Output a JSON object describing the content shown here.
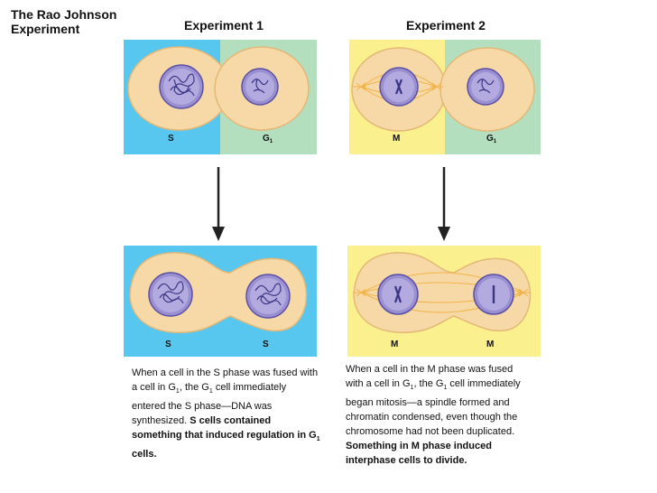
{
  "title": {
    "line1": "The Rao Johnson",
    "line2": "Experiment"
  },
  "experiments": [
    {
      "heading": "Experiment 1",
      "before_labels": [
        "S",
        "G",
        "1"
      ],
      "after_labels": [
        "S",
        "S"
      ],
      "caption": {
        "p1": "When a cell in the S phase was fused with a cell in G",
        "p1_sub": "1",
        "p2": ", the G",
        "p2_sub": "1",
        "p3": " cell immediately entered the S phase—DNA was synthesized. ",
        "bold1": "S cells contained something that induced regulation in G",
        "bold1_sub": "1",
        "bold2": " cells."
      }
    },
    {
      "heading": "Experiment 2",
      "before_labels": [
        "M",
        "G",
        "1"
      ],
      "after_labels": [
        "M",
        "M"
      ],
      "caption": {
        "p1": "When a cell in the M phase was fused with a cell in G",
        "p1_sub": "1",
        "p2": ", the G",
        "p2_sub": "1",
        "p3": " cell immediately began mitosis—a spindle formed and chromatin condensed, even though the chromosome had not been duplicated. ",
        "bold1": "Something in M phase induced interphase cells to divide."
      }
    }
  ],
  "colors": {
    "s_phase": "#58c7f0",
    "g1_phase": "#b4dfbf",
    "m_phase": "#fbf08e",
    "cell": "#f6d9a6",
    "nucleus": "#9a8fd0"
  }
}
